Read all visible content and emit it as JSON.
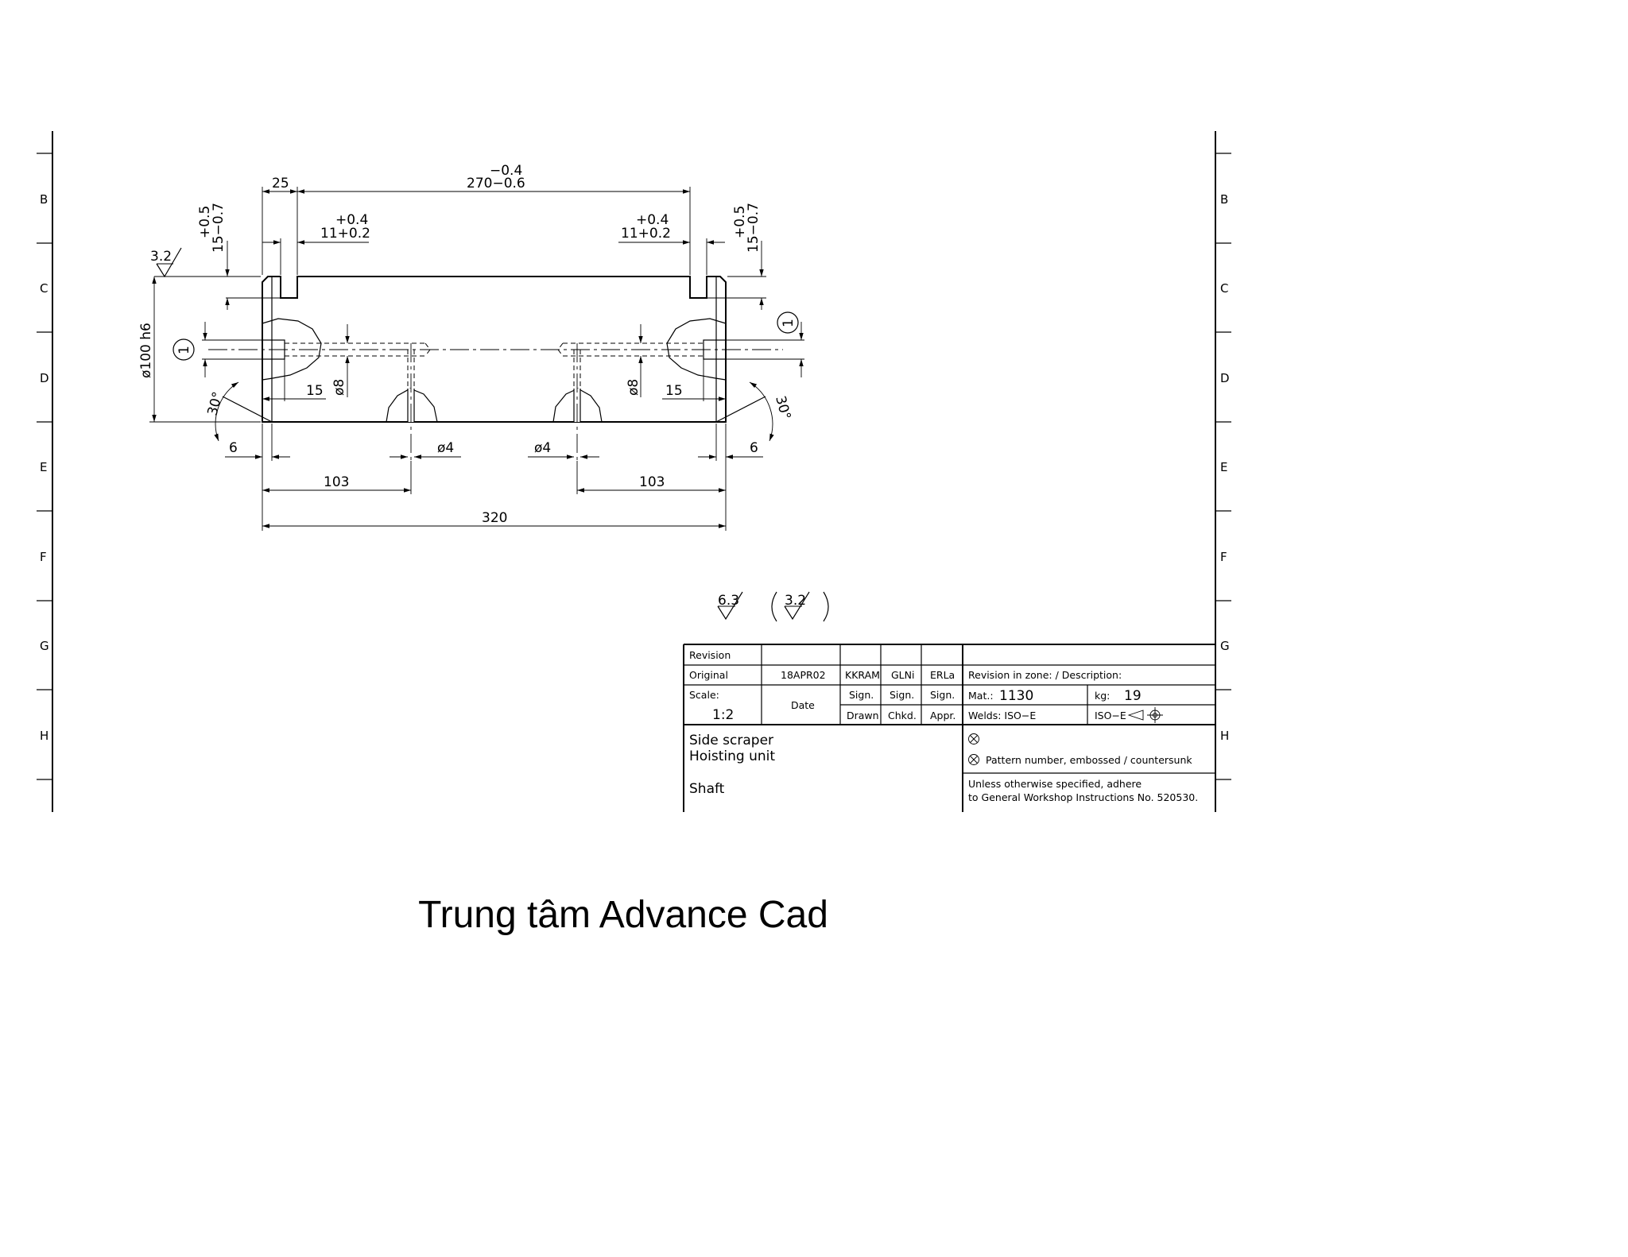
{
  "footer": "Trung tâm Advance Cad",
  "zones": [
    "B",
    "C",
    "D",
    "E",
    "F",
    "G",
    "H"
  ],
  "dimensions": {
    "d25": "25",
    "d270_main": "270−0.6",
    "d270_tol": "−0.4",
    "d11_main_left": "11+0.2",
    "d11_tol_left": "+0.4",
    "d11_main_right": "11+0.2",
    "d11_tol_right": "+0.4",
    "d15_main_left": "15−0.7",
    "d15_tol_left": "+0.5",
    "d15_main_right": "15−0.7",
    "d15_tol_right": "+0.5",
    "roughness_left": "3.2",
    "phi100": "ø100 h6",
    "balloon_left": "1",
    "balloon_right": "1",
    "phi8_left": "ø8",
    "phi8_right": "ø8",
    "d15_left": "15",
    "d15_right": "15",
    "angle_left": "30°",
    "angle_right": "30°",
    "d6_left": "6",
    "d6_right": "6",
    "phi4_left": "ø4",
    "phi4_right": "ø4",
    "d103_left": "103",
    "d103_right": "103",
    "d320": "320"
  },
  "surface_finish": {
    "general": "6.3",
    "other": "3.2"
  },
  "title_block": {
    "revision_label": "Revision",
    "original_label": "Original",
    "original_date": "18APR02",
    "drawn_by": "KKRAM",
    "checked_by": "GLNi",
    "approved_by": "ERLa",
    "revision_description": "Revision in zone: / Description:",
    "scale_label": "Scale:",
    "scale_value": "1:2",
    "date_label": "Date",
    "sign_1": "Sign.",
    "sign_2": "Sign.",
    "sign_3": "Sign.",
    "drawn_label": "Drawn",
    "checked_label": "Chkd.",
    "approved_label": "Appr.",
    "material_label": "Mat.:",
    "material_value": "1130",
    "weight_label": "kg:",
    "weight_value": "19",
    "welds": "Welds: ISO−E",
    "projection": "ISO−E",
    "title_line1": "Side scraper",
    "title_line2": "Hoisting unit",
    "part_name": "Shaft",
    "pattern_note": "Pattern number, embossed / countersunk",
    "general_note_line1": "Unless otherwise specified, adhere",
    "general_note_line2": "to General Workshop Instructions No. 520530."
  }
}
